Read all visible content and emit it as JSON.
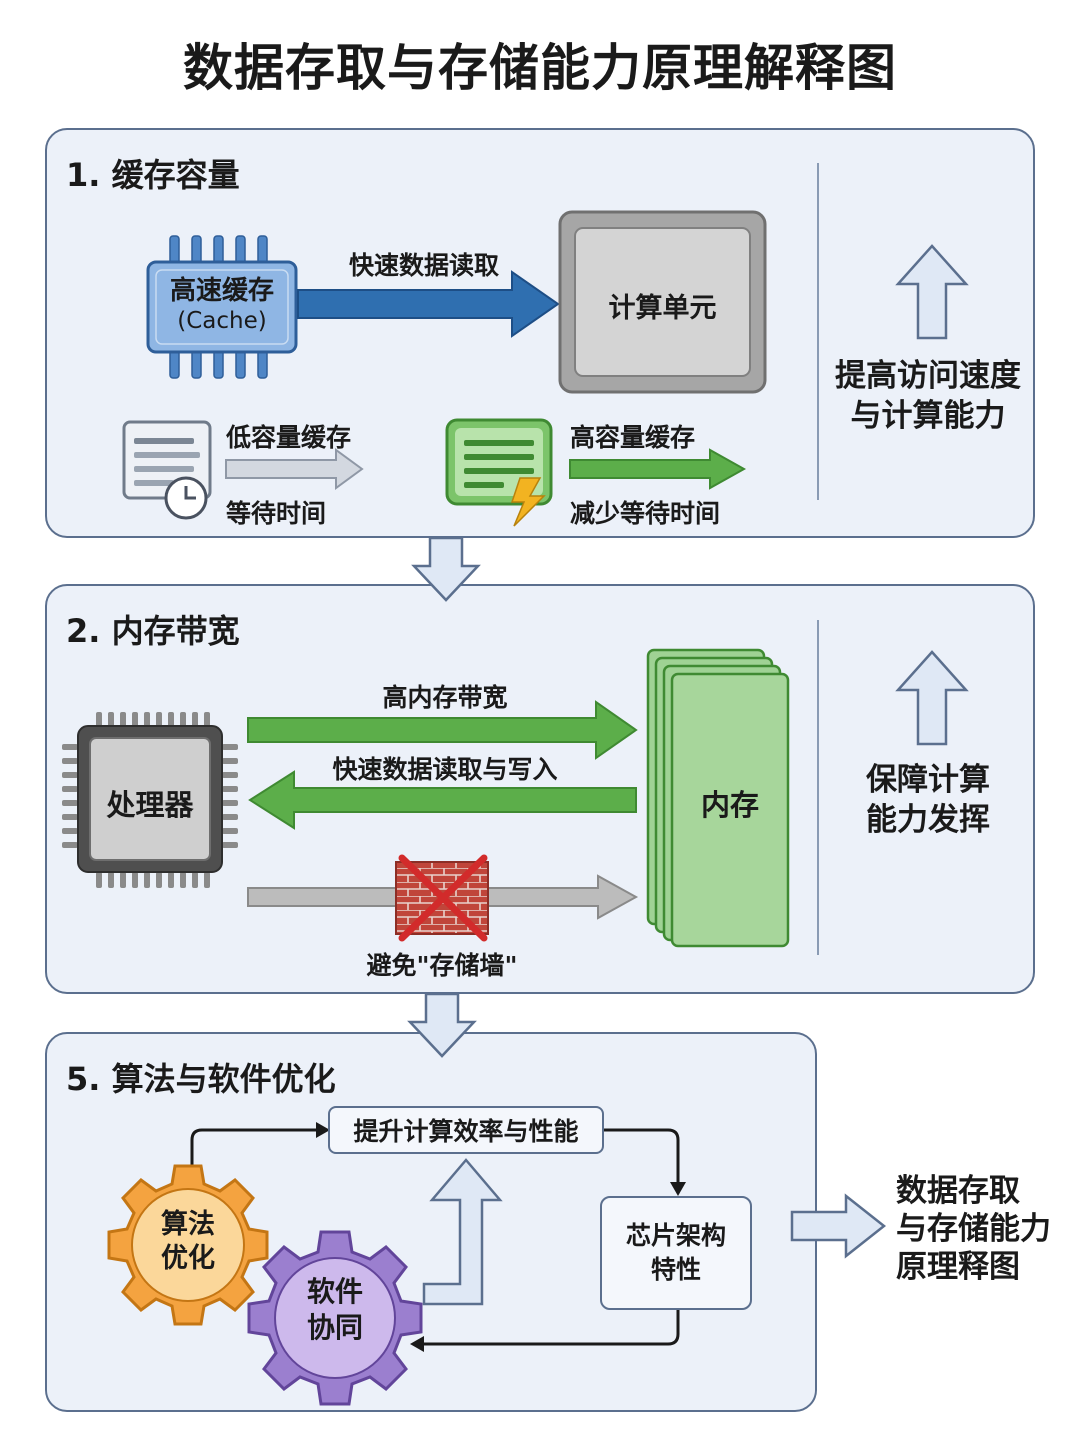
{
  "title": "数据存取与存储能力原理解释图",
  "section1": {
    "title": "1. 缓存容量",
    "cache_line1": "高速缓存",
    "cache_line2": "(Cache)",
    "arrow_label": "快速数据读取",
    "compute_unit": "计算单元",
    "low_cap_label": "低容量缓存",
    "low_cap_sub": "等待时间",
    "high_cap_label": "高容量缓存",
    "high_cap_sub": "减少等待时间",
    "side_line1": "提高访问速度",
    "side_line2": "与计算能力"
  },
  "section2": {
    "title": "2. 内存带宽",
    "processor": "处理器",
    "high_bw": "高内存带宽",
    "rw_label": "快速数据读取与写入",
    "memory": "内存",
    "wall_label": "避免\"存储墙\"",
    "side_line1": "保障计算",
    "side_line2": "能力发挥"
  },
  "section5": {
    "title": "5. 算法与软件优化",
    "efficiency": "提升计算效率与性能",
    "algo_line1": "算法",
    "algo_line2": "优化",
    "soft_line1": "软件",
    "soft_line2": "协同",
    "chip_line1": "芯片架构",
    "chip_line2": "特性",
    "result_line1": "数据存取",
    "result_line2": "与存储能力",
    "result_line3": "原理释图"
  },
  "colors": {
    "panel_bg": "#ecf1f9",
    "panel_border": "#5b6f8e",
    "cache_blue": "#4f86c6",
    "arrow_blue": "#2f6fb0",
    "green": "#5cae4a",
    "gray": "#b8b8b8",
    "orange_gear": "#f4a340",
    "purple_gear": "#9b7fcf"
  }
}
